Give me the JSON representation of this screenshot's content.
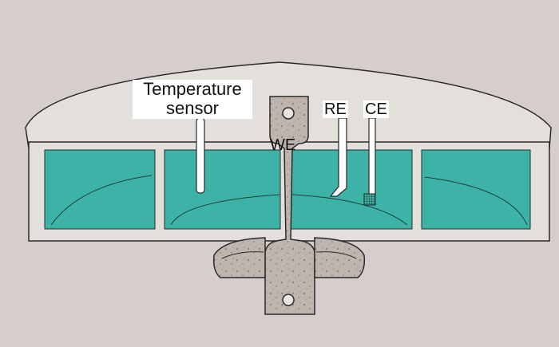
{
  "labels": {
    "temperature_line1": "Temperature",
    "temperature_line2": "sensor",
    "working_electrode": "WE",
    "reference_electrode": "RE",
    "counter_electrode": "CE"
  },
  "colors": {
    "background": "#d5cecd",
    "electrolyte": "#3cb3a6",
    "cell_body": "#e3e0db",
    "electrode_metal": "#bdb5ae",
    "outline": "#2a2a2a"
  }
}
